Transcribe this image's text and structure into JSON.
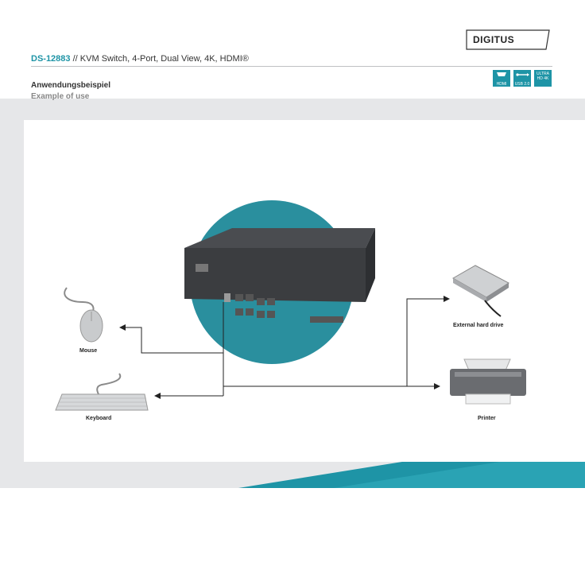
{
  "brand": {
    "logo_text": "DIGITUS"
  },
  "header": {
    "model": "DS-12883",
    "separator": "//",
    "description": "KVM Switch, 4-Port, Dual View, 4K, HDMI®"
  },
  "badges": [
    {
      "icon": "hdmi-port-icon",
      "label": "HDMI"
    },
    {
      "icon": "usb-icon",
      "label": "USB 2.0"
    },
    {
      "icon": "ultra-hd-icon",
      "label": "ULTRA HD 4K"
    }
  ],
  "section": {
    "title_de": "Anwendungsbeispiel",
    "title_en": "Example of use"
  },
  "devices": {
    "mouse": "Mouse",
    "keyboard": "Keyboard",
    "hard_drive": "External hard drive",
    "printer": "Printer"
  },
  "colors": {
    "accent": "#1e94a6",
    "circle": "#2a8f9e",
    "device_body": "#3b3d40",
    "background": "#e6e7e9"
  }
}
